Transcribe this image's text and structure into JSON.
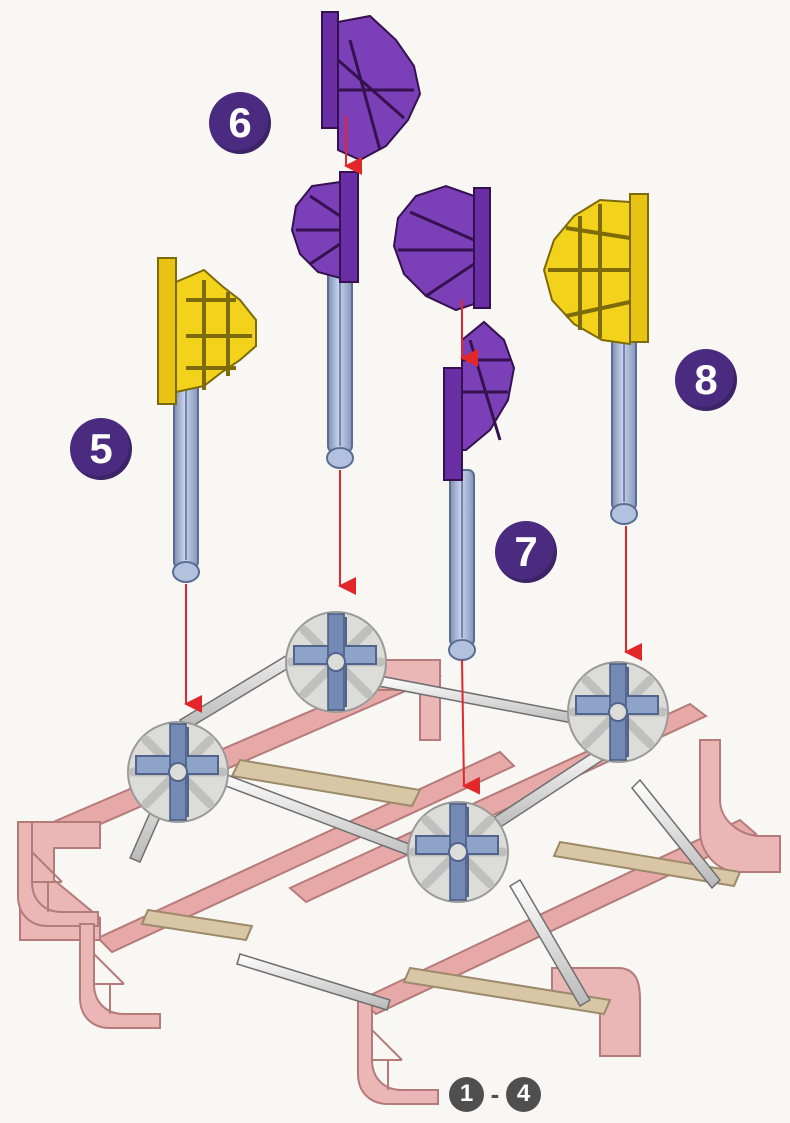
{
  "diagram": {
    "step_badges": [
      "5",
      "6",
      "7",
      "8"
    ],
    "previous_steps": {
      "from": "1",
      "separator": "-",
      "to": "4"
    }
  },
  "colors": {
    "badge": "#4b2b7f",
    "rod": "#a9bad7",
    "hub_blue": "#8ea3c8",
    "hub_white": "#e5e5e3",
    "connector_purple": "#7b3fb8",
    "connector_yellow": "#f2d21a",
    "pink_base": "#eab7b6",
    "tan_rod": "#d9c6a6",
    "arrow": "#e3262a"
  }
}
